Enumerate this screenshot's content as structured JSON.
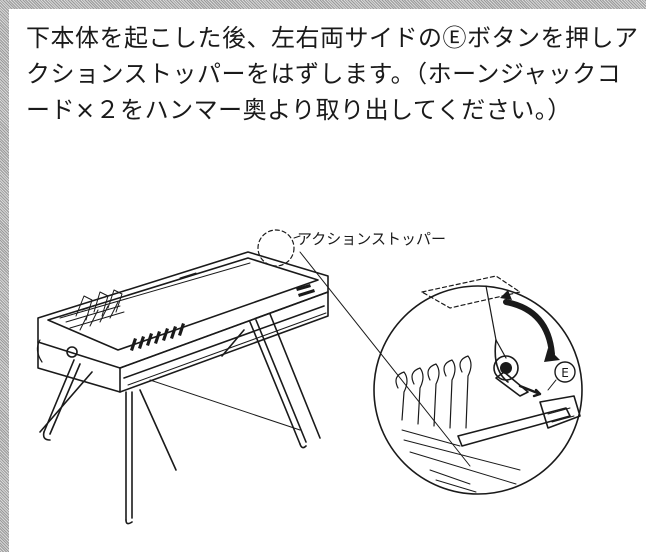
{
  "instructions": {
    "line1": "下本体を起こした後、左右両サイドのⒺボタンを押しア",
    "line2": "クションストッパーをはずします。（ホーンジャックコ",
    "line3": "ード×２をハンマー奥より取り出してください。）"
  },
  "illustration": {
    "callout_label": "アクションストッパー",
    "detail_marker": "E"
  }
}
